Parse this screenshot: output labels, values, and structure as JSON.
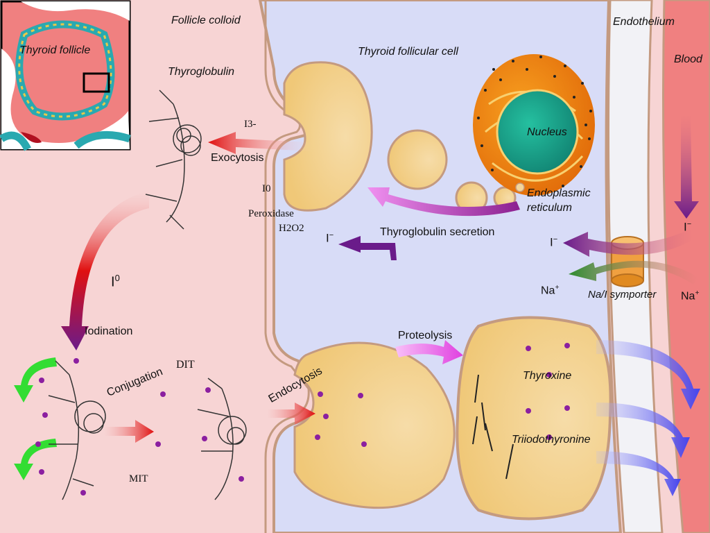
{
  "labels": {
    "thyroid_follicle": "Thyroid follicle",
    "follicle_colloid": "Follicle colloid",
    "thyroid_follicular_cell": "Thyroid follicular cell",
    "endothelium": "Endothelium",
    "blood": "Blood",
    "thyroglobulin": "Thyroglobulin",
    "i3": "I3-",
    "exocytosis": "Exocytosis",
    "i0_small": "I0",
    "peroxidase": "Peroxidase",
    "h2o2": "H2O2",
    "nucleus": "Nucleus",
    "endoplasmic": "Endoplasmic",
    "reticulum": "reticulum",
    "thyroglobulin_secretion": "Thyroglobulin secretion",
    "iodide_left": "I",
    "iodide_right": "I",
    "iodide_blood": "I",
    "na_left": "Na",
    "na_right": "Na",
    "symporter": "Na/I symporter",
    "i0_large": "I",
    "i0_large_sup": "0",
    "iodination": "Iodination",
    "dit": "DIT",
    "conjugation": "Conjugation",
    "mit": "MIT",
    "endocytosis": "Endocytosis",
    "proteolysis": "Proteolysis",
    "thyroxine": "Thyroxine",
    "triiodothyronine": "Triiodothyronine",
    "minus": "−",
    "plus": "+"
  },
  "colors": {
    "colloid": "#f7d4d4",
    "cell": "#d8dcf7",
    "membrane": "#c49a80",
    "vesicle": "#f4d59a",
    "blood": "#f08080",
    "nucleus_outer": "#f08a10",
    "nucleus_inner": "#1aa58c",
    "arrow_red": "#e01010",
    "arrow_purple": "#6a1b8a",
    "arrow_magenta": "#e060e0",
    "arrow_green": "#2e8b2e",
    "arrow_blue": "#5555ee",
    "arrow_bright_green": "#33dd33",
    "symporter": "#f0a040"
  }
}
